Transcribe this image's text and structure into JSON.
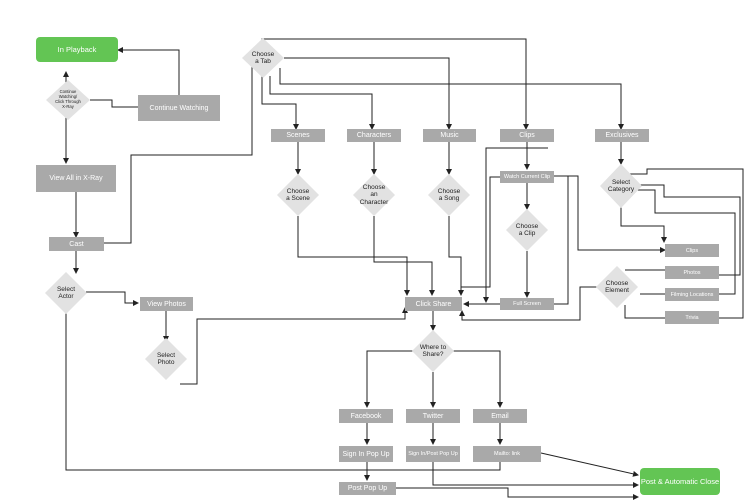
{
  "colors": {
    "box": "#a9a9a9",
    "diamond": "#e2e2e2",
    "green": "#63c554",
    "line": "#222222"
  },
  "terminals": {
    "in_playback": "In Playback",
    "post_close": "Post & Automatic Close"
  },
  "processes": {
    "continue_watching": "Continue Watching",
    "view_all_xray": "View All in X-Ray",
    "cast": "Cast",
    "view_photos": "View Photos",
    "scenes": "Scenes",
    "characters": "Characters",
    "music": "Music",
    "clips": "Clips",
    "exclusives": "Exclusives",
    "watch_current_clip": "Watch Current Clip",
    "full_screen": "Full Screen",
    "click_share": "Click Share",
    "cat_clips": "Clips",
    "cat_photos": "Photos",
    "cat_filming": "Filming Locations",
    "cat_trivia": "Trivia",
    "facebook": "Facebook",
    "twitter": "Twitter",
    "email": "Email",
    "sign_in_popup": "Sign In Pop Up",
    "sign_in_post_popup": "Sign In/Post Pop Up",
    "mailto_link": "Mailto: link",
    "post_popup": "Post Pop Up"
  },
  "decisions": {
    "continue_or_xray": "Continue\nWatching/\nClick Through\nX-Ray",
    "choose_tab": "Choose\na Tab",
    "choose_scene": "Choose\na Scene",
    "choose_character": "Choose\nan\nCharacter",
    "choose_song": "Choose\na Song",
    "choose_clip": "Choose\na Clip",
    "select_category": "Select\nCategory",
    "choose_element": "Choose\nElement",
    "select_actor": "Select\nActor",
    "select_photo": "Select\nPhoto",
    "where_to_share": "Where to\nShare?"
  }
}
